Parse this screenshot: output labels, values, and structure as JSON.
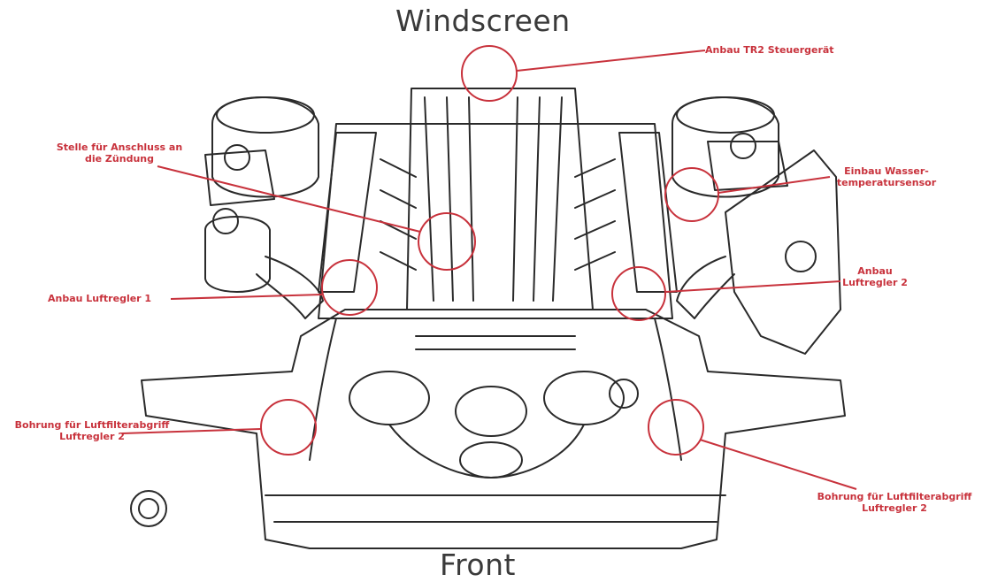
{
  "headings": {
    "top": "Windscreen",
    "bottom": "Front"
  },
  "colors": {
    "annotation": "#c8323c",
    "drawing": "#2a2a2a",
    "heading": "#3a3a3a"
  },
  "annotations": {
    "tr2": {
      "lines": [
        "Anbau TR2 Steuergerät"
      ]
    },
    "zuendung": {
      "lines": [
        "Stelle für Anschluss an",
        "die Zündung"
      ]
    },
    "wassertemp": {
      "lines": [
        "Einbau Wasser-",
        "temperatursensor"
      ]
    },
    "luftregler1": {
      "lines": [
        "Anbau Luftregler 1"
      ]
    },
    "luftregler2": {
      "lines": [
        "Anbau",
        "Luftregler 2"
      ]
    },
    "bohrung_left": {
      "lines": [
        "Bohrung für Luftfilterabgriff",
        "Luftregler 2"
      ]
    },
    "bohrung_right": {
      "lines": [
        "Bohrung für Luftfilterabgriff",
        "Luftregler 2"
      ]
    }
  }
}
